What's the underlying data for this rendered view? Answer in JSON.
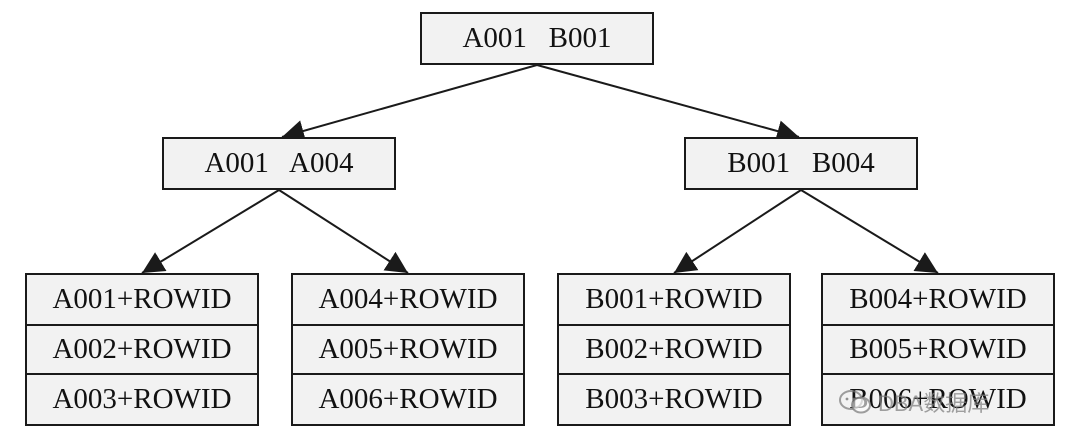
{
  "tree": {
    "root": {
      "label": "A001   B001"
    },
    "branches": [
      {
        "label": "A001   A004"
      },
      {
        "label": "B001   B004"
      }
    ],
    "leaves": [
      {
        "entries": [
          "A001+ROWID",
          "A002+ROWID",
          "A003+ROWID"
        ]
      },
      {
        "entries": [
          "A004+ROWID",
          "A005+ROWID",
          "A006+ROWID"
        ]
      },
      {
        "entries": [
          "B001+ROWID",
          "B002+ROWID",
          "B003+ROWID"
        ]
      },
      {
        "entries": [
          "B004+ROWID",
          "B005+ROWID",
          "B006+ROWID"
        ]
      }
    ]
  },
  "watermark": {
    "text": "DBA数据库"
  },
  "colors": {
    "box_fill": "#f2f2f2",
    "stroke": "#1a1a1a"
  }
}
